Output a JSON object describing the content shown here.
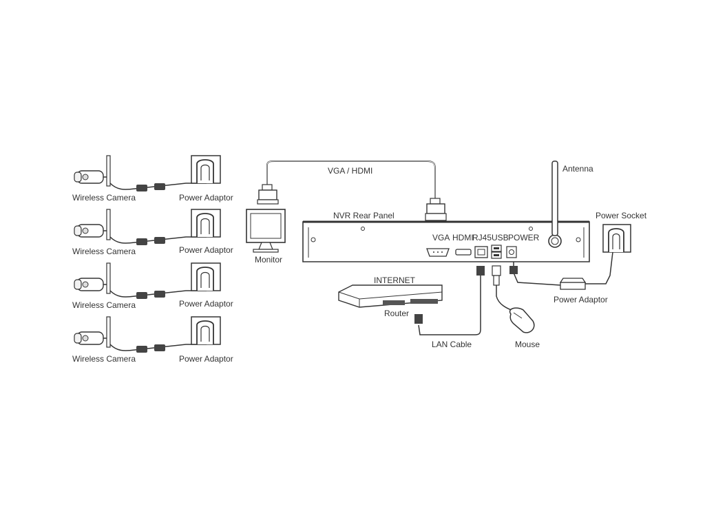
{
  "cameras": [
    {
      "camera_label": "Wireless Camera",
      "adaptor_label": "Power Adaptor"
    },
    {
      "camera_label": "Wireless Camera",
      "adaptor_label": "Power Adaptor"
    },
    {
      "camera_label": "Wireless Camera",
      "adaptor_label": "Power Adaptor"
    },
    {
      "camera_label": "Wireless Camera",
      "adaptor_label": "Power Adaptor"
    }
  ],
  "connection": {
    "vga_hdmi_label": "VGA / HDMI"
  },
  "monitor": {
    "label": "Monitor"
  },
  "nvr": {
    "title": "NVR Rear Panel",
    "port_labels": [
      "VGA",
      "HDMI",
      "RJ45",
      "USB",
      "POWER"
    ]
  },
  "antenna": {
    "label": "Antenna"
  },
  "power_socket": {
    "label": "Power Socket"
  },
  "nvr_power_adaptor": {
    "label": "Power Adaptor"
  },
  "internet": {
    "label": "INTERNET"
  },
  "router": {
    "label": "Router"
  },
  "lan_cable": {
    "label": "LAN Cable"
  },
  "mouse": {
    "label": "Mouse"
  }
}
